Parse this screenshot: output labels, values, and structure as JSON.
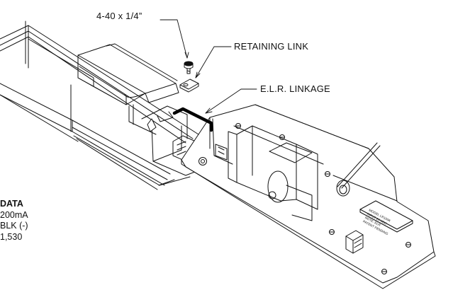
{
  "callouts": {
    "screw": "4-40 x 1/4”",
    "retaining_link": "RETAINING LINK",
    "elr_linkage": "E.L.R. LINKAGE"
  },
  "spec": {
    "title": "DATA",
    "lines": [
      "200mA",
      "BLK (-)",
      "1,530"
    ]
  },
  "nameplate": {
    "lines": [
      "MODEL LR100K",
      "INPUT 24 VDC",
      "NOTE: ELR",
      "PATENT PENDING"
    ]
  },
  "colors": {
    "ink": "#111111",
    "paper": "#ffffff",
    "linkage": "#000000"
  }
}
